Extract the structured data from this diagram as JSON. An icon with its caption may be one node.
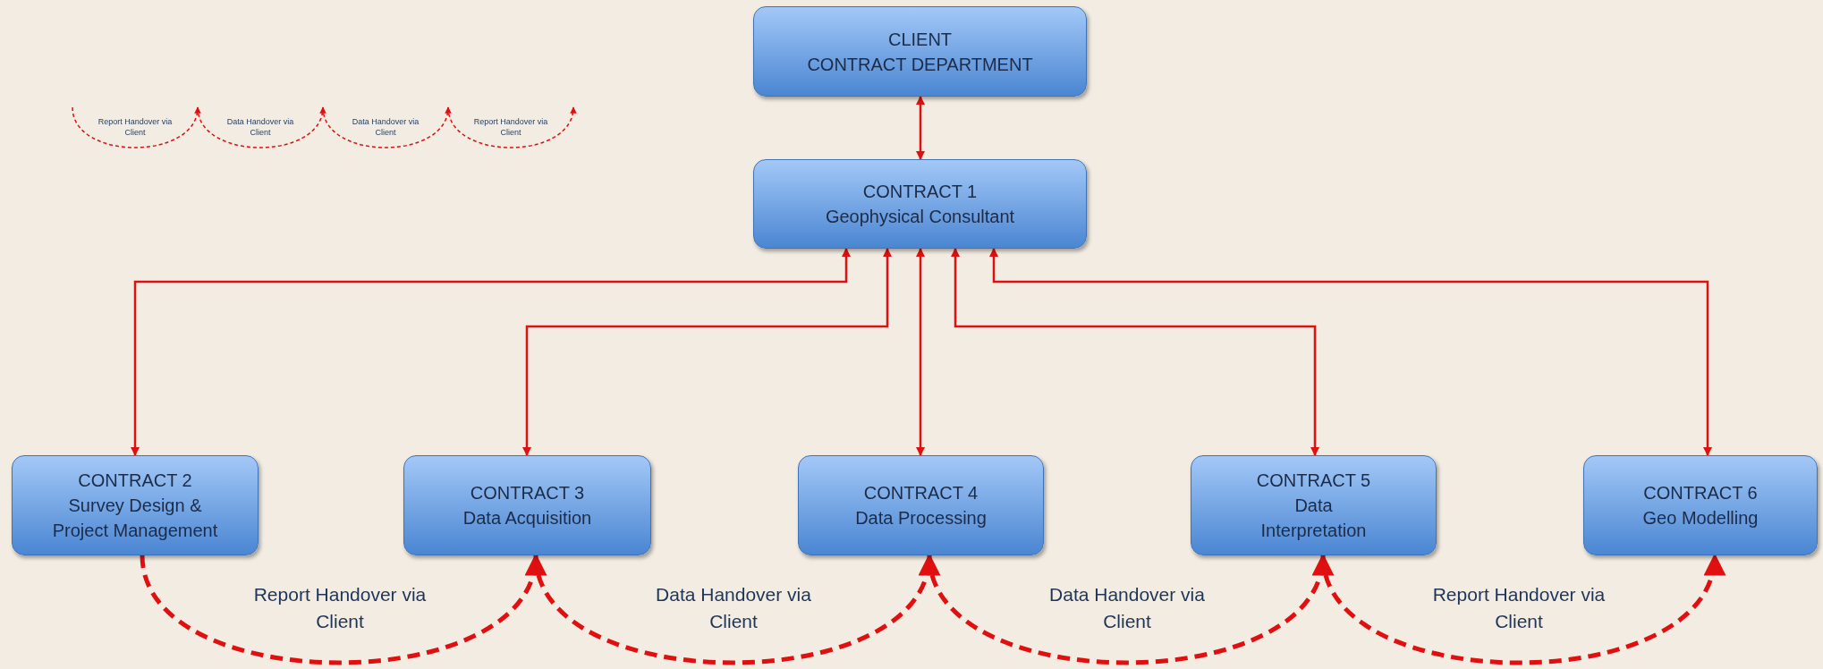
{
  "diagram": {
    "nodes": [
      {
        "text": [
          "CLIENT",
          "CONTRACT DEPARTMENT"
        ]
      },
      {
        "text": [
          "CONTRACT 1",
          "Geophysical Consultant"
        ]
      },
      {
        "text": [
          "CONTRACT 2",
          "Survey Design & Project Management"
        ]
      },
      {
        "text": [
          "CONTRACT 3",
          "Data Acquisition"
        ]
      },
      {
        "text": [
          "CONTRACT 4",
          "Data Processing"
        ]
      },
      {
        "text": [
          "CONTRACT 5",
          "Data Interpretation"
        ]
      },
      {
        "text": [
          "CONTRACT 6",
          "Geo Modelling"
        ]
      }
    ],
    "edges": [
      {
        "from": 0,
        "to": 1,
        "arrow": "both"
      },
      {
        "from": 1,
        "to": 2,
        "arrow": "both"
      },
      {
        "from": 1,
        "to": 3,
        "arrow": "both"
      },
      {
        "from": 1,
        "to": 4,
        "arrow": "both"
      },
      {
        "from": 1,
        "to": 5,
        "arrow": "both"
      },
      {
        "from": 1,
        "to": 6,
        "arrow": "both"
      },
      {
        "from": 2,
        "to": 3,
        "arrow": "to",
        "style": "dashed",
        "label": "Report Handover via Client"
      },
      {
        "from": 3,
        "to": 4,
        "arrow": "to",
        "style": "dashed",
        "label": "Data Handover via Client"
      },
      {
        "from": 4,
        "to": 5,
        "arrow": "to",
        "style": "dashed",
        "label": "Data Handover via Client"
      },
      {
        "from": 5,
        "to": 6,
        "arrow": "to",
        "style": "dashed",
        "label": "Report Handover via Client"
      }
    ],
    "labels": [
      "Report Handover via Client",
      "Data Handover via Client",
      "Data Handover via Client",
      "Report Handover via Client"
    ]
  }
}
